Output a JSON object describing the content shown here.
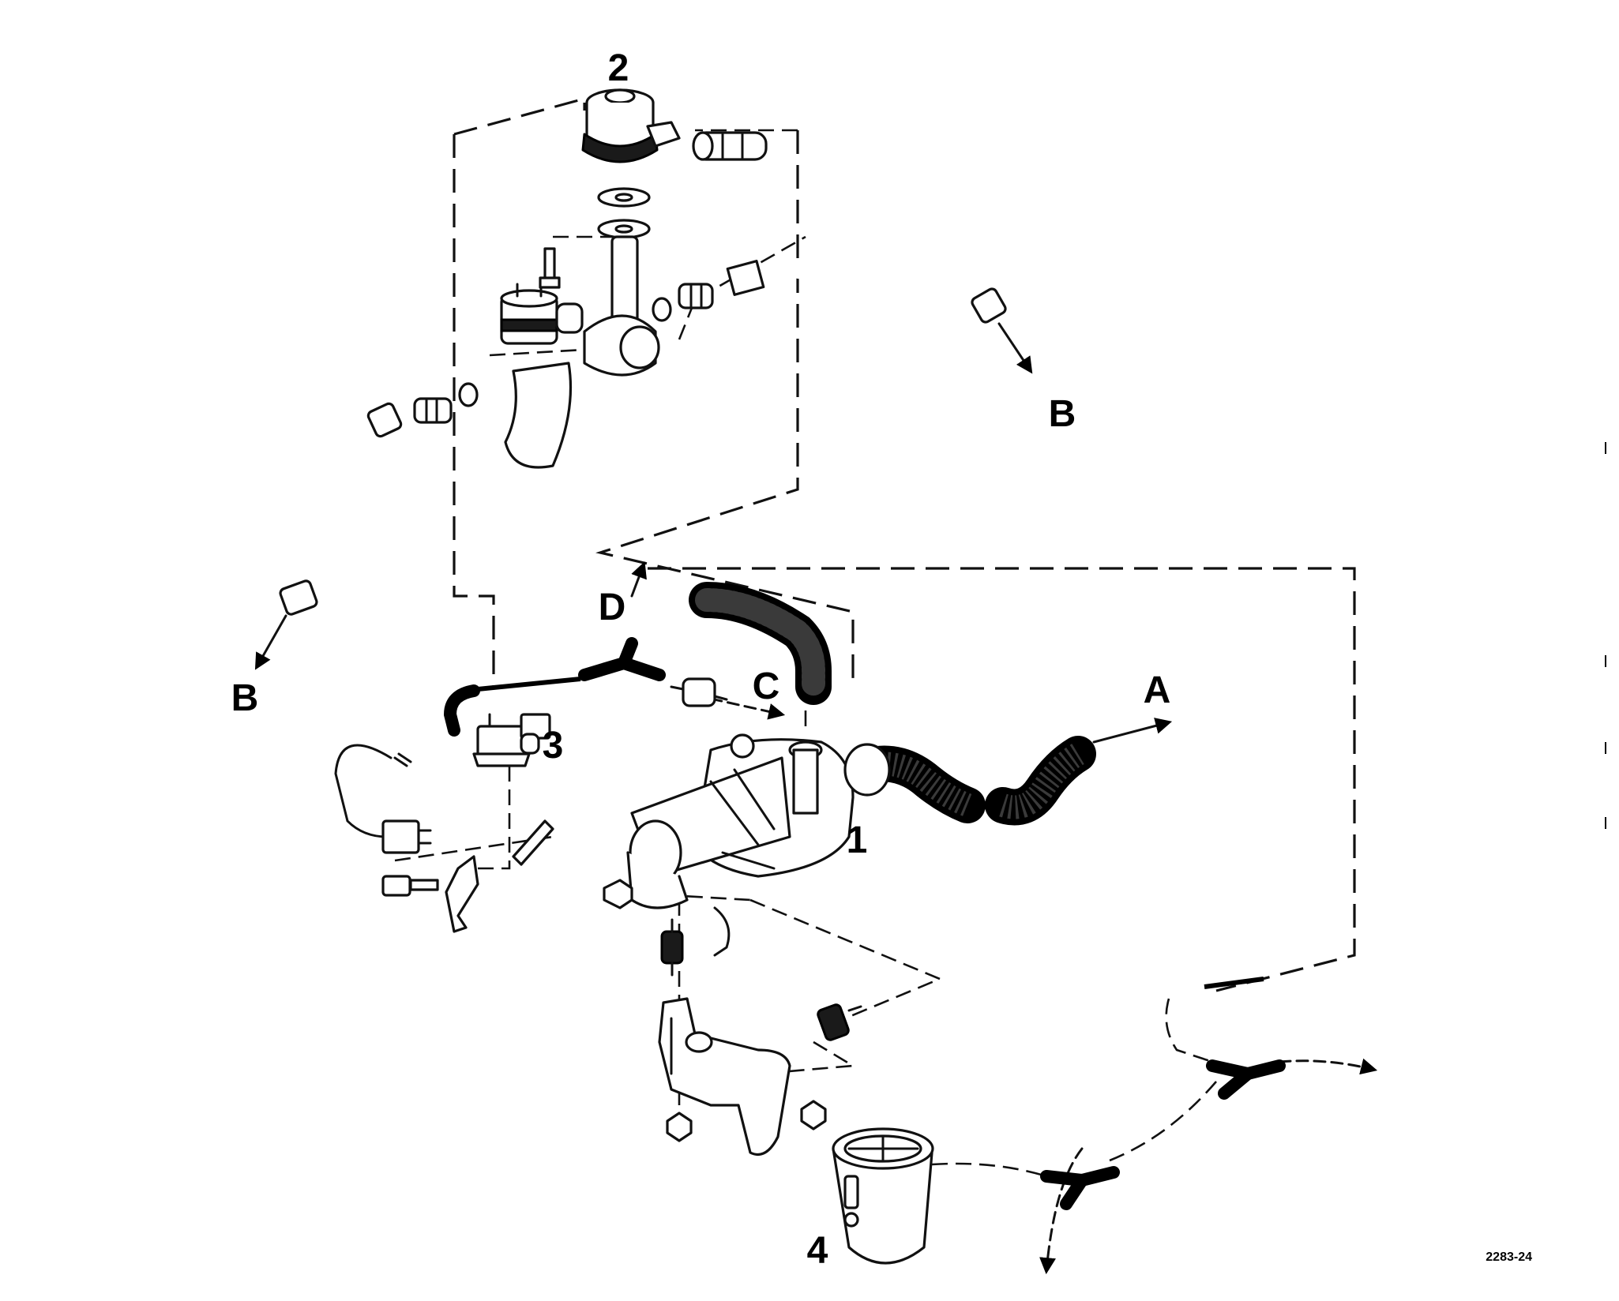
{
  "callouts": {
    "n1": "1",
    "n2": "2",
    "n3": "3",
    "n4": "4"
  },
  "flow_labels": {
    "a": "A",
    "b_right": "B",
    "b_left": "B",
    "c": "C",
    "d": "D"
  },
  "figure_ref": "2283-24"
}
